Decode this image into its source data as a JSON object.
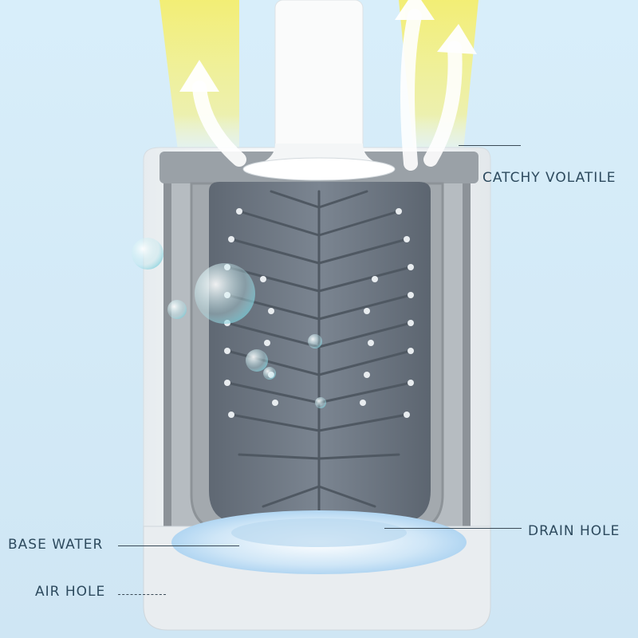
{
  "callouts": {
    "catchy_volatile": "CATCHY VOLATILE",
    "drain_hole": "DRAIN HOLE",
    "base_water": "BASE WATER",
    "air_hole": "AIR HOLE"
  },
  "colors": {
    "background": "#d4ebf8",
    "holder_shell": "#ffffff",
    "bristles": "#6b7480",
    "airflow": "#f2ea6a",
    "label_text": "#2d4a5e"
  }
}
